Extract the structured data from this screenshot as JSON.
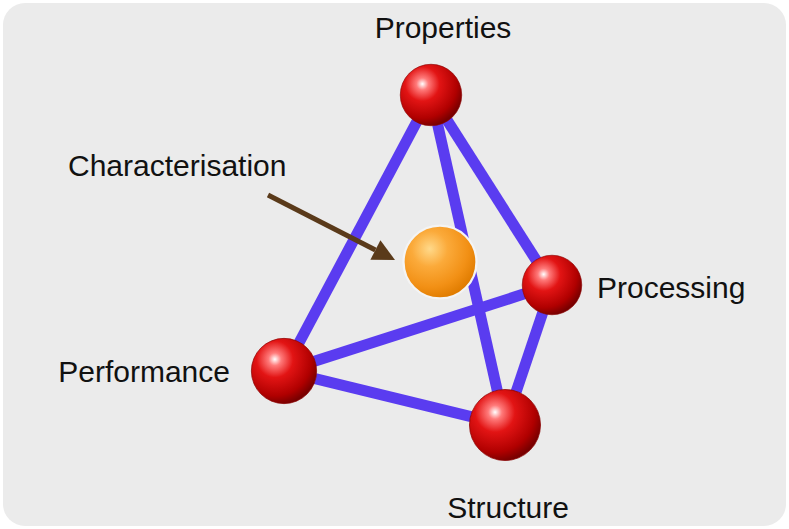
{
  "diagram": {
    "nodes": [
      {
        "text": [
          "Properties"
        ]
      },
      {
        "text": [
          "Characterisation"
        ]
      },
      {
        "text": [
          "Processing"
        ]
      },
      {
        "text": [
          "Performance"
        ]
      },
      {
        "text": [
          "Structure"
        ]
      }
    ],
    "edges": [
      {
        "from": 0,
        "to": 3,
        "arrow": "none"
      },
      {
        "from": 0,
        "to": 2,
        "arrow": "none"
      },
      {
        "from": 0,
        "to": 4,
        "arrow": "none"
      },
      {
        "from": 3,
        "to": 2,
        "arrow": "none"
      },
      {
        "from": 3,
        "to": 4,
        "arrow": "none"
      },
      {
        "from": 2,
        "to": 4,
        "arrow": "none"
      }
    ]
  }
}
